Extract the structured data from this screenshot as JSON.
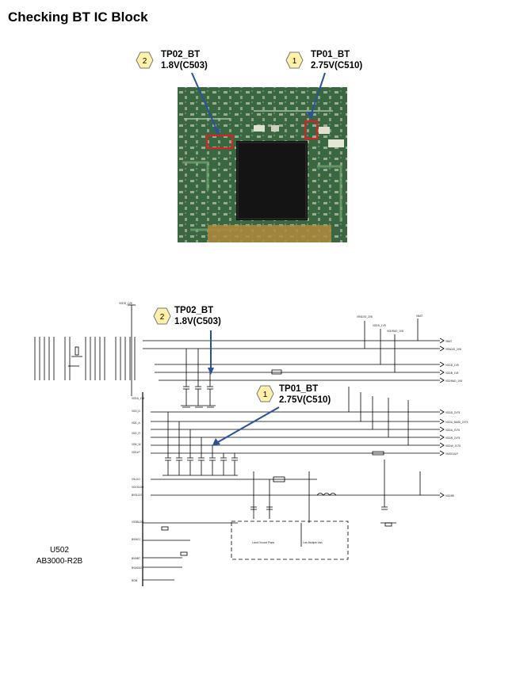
{
  "title": "Checking BT IC Block",
  "photo_callouts": [
    {
      "number": "2",
      "name": "TP02_BT",
      "value": "1.8V(C503)"
    },
    {
      "number": "1",
      "name": "TP01_BT",
      "value": "2.75V(C510)"
    }
  ],
  "schematic_callouts": [
    {
      "number": "2",
      "name": "TP02_BT",
      "value": "1.8V(C503)"
    },
    {
      "number": "1",
      "name": "TP01_BT",
      "value": "2.75V(C510)"
    }
  ],
  "chip": {
    "ref": "U502",
    "part": "AB3000-R2B"
  },
  "nets_right": [
    "VBAT",
    "VRADIO_2V8",
    "VDDD_1V8",
    "VDDB_1V8",
    "VDDRAD_1V8",
    "VDDD_2V75",
    "VDDA_BASE_2V75",
    "VDDA_2V75",
    "VDDR_2V75",
    "VDDW_2V75",
    "VMODULP",
    "VDDRE"
  ],
  "notes": [
    "Local Ground Plane",
    "Low Multiple Vias"
  ]
}
